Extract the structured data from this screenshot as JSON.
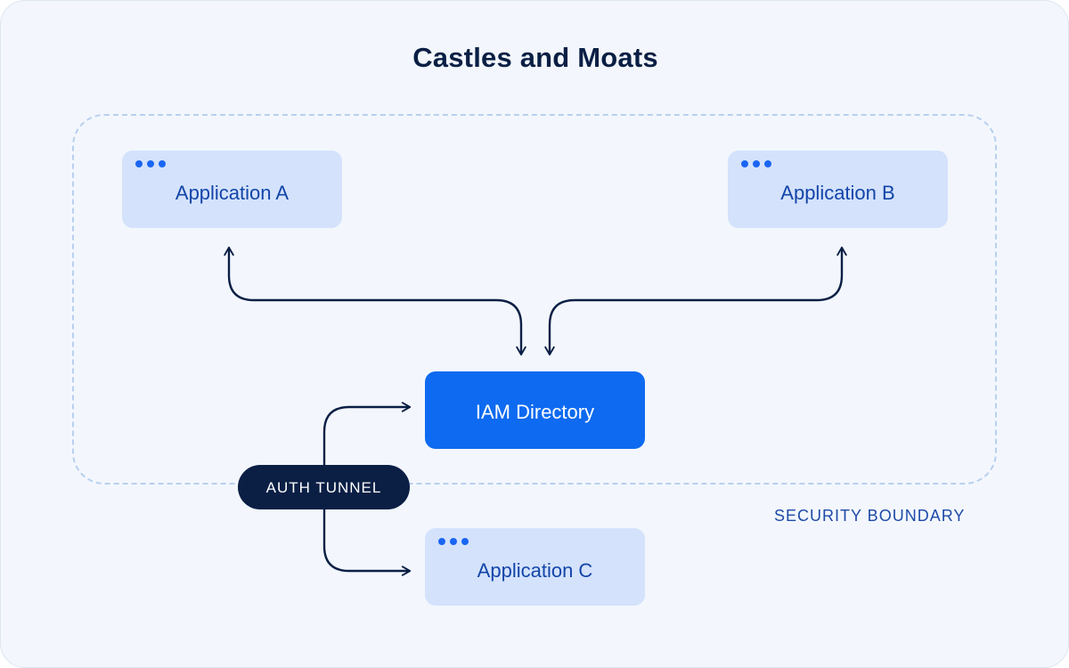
{
  "diagram": {
    "title": "Castles and Moats",
    "boundary_label": "SECURITY BOUNDARY",
    "nodes": {
      "app_a": "Application A",
      "app_b": "Application B",
      "app_c": "Application C",
      "iam": "IAM Directory",
      "tunnel": "AUTH TUNNEL"
    },
    "edges": [
      {
        "from": "iam",
        "to": "app_a",
        "direction": "both"
      },
      {
        "from": "iam",
        "to": "app_b",
        "direction": "both"
      },
      {
        "from": "tunnel",
        "to": "iam",
        "direction": "forward"
      },
      {
        "from": "tunnel",
        "to": "app_c",
        "direction": "forward"
      }
    ],
    "colors": {
      "background": "#f3f7fd",
      "app_fill": "#d4e2fc",
      "app_text": "#1245a8",
      "iam_fill": "#0e6af0",
      "tunnel_fill": "#0b1f45",
      "connector": "#0b1f45",
      "boundary": "#b8cff0"
    }
  }
}
